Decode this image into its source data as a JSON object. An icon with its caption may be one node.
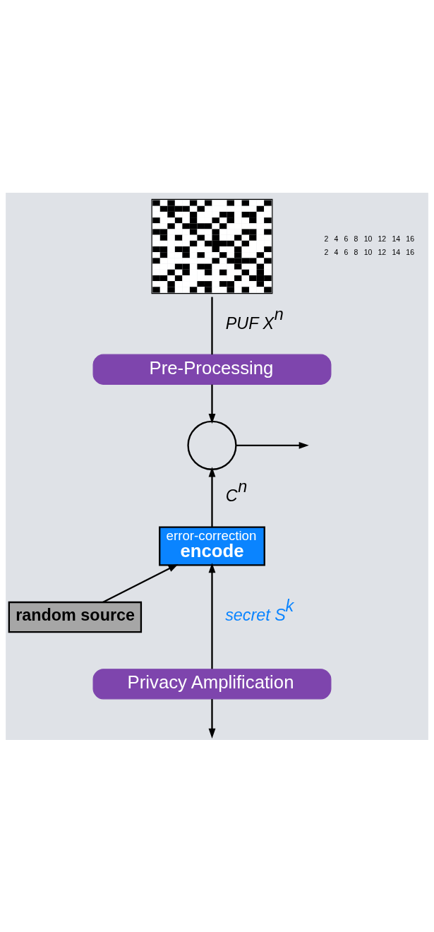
{
  "diagram": {
    "nodes": [
      {
        "text": [],
        "shape": "picture"
      },
      {
        "text": [
          "Pre-Processing"
        ]
      },
      {
        "text": [],
        "shape": "circle"
      },
      {
        "text": [
          "error-correction",
          "encode"
        ]
      },
      {
        "text": [
          "random source"
        ]
      },
      {
        "text": [
          "Privacy Amplification"
        ]
      }
    ],
    "edges": [
      {
        "from": 0,
        "to": 1,
        "arrow": "none",
        "label": "PUF X$^{n}$"
      },
      {
        "from": 1,
        "to": 2,
        "arrow": "to"
      },
      {
        "from": 3,
        "to": 2,
        "arrow": "to",
        "label": "C$^{n}$"
      },
      {
        "from": 2,
        "to": null,
        "arrow": "to"
      },
      {
        "from": 5,
        "to": 3,
        "arrow": "to",
        "label": "secret S$^{k}$"
      },
      {
        "from": 4,
        "to": 3,
        "arrow": "to"
      },
      {
        "from": 5,
        "to": null,
        "arrow": "to"
      }
    ],
    "labels": [
      "2",
      "4",
      "6",
      "8",
      "10",
      "12",
      "14",
      "16",
      "2",
      "4",
      "6",
      "8",
      "10",
      "12",
      "14",
      "16"
    ]
  }
}
